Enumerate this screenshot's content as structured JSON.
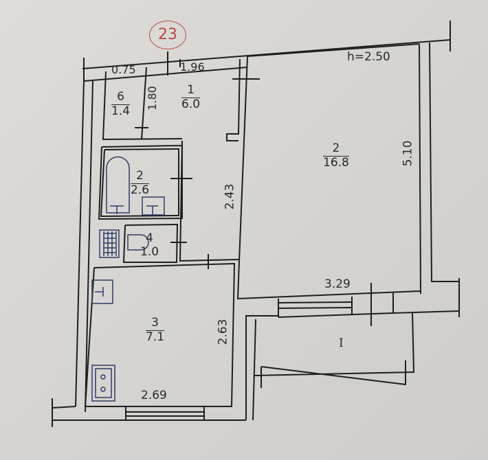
{
  "apartment_number": "23",
  "ceiling_height": "h=2.50",
  "rooms": [
    {
      "id": "room-1",
      "number": "1",
      "area": "6.0",
      "type": "hallway"
    },
    {
      "id": "room-2-living",
      "number": "2",
      "area": "16.8",
      "type": "living-room"
    },
    {
      "id": "room-2-bath",
      "number": "2",
      "area": "2.6",
      "type": "bathroom"
    },
    {
      "id": "room-3",
      "number": "3",
      "area": "7.1",
      "type": "kitchen"
    },
    {
      "id": "room-4",
      "number": "4",
      "area": "1.0",
      "type": "toilet"
    },
    {
      "id": "room-6",
      "number": "6",
      "area": "1.4",
      "type": "closet"
    },
    {
      "id": "balcony",
      "number": "I",
      "area": "",
      "type": "balcony"
    }
  ],
  "dimensions": {
    "closet_width": "0.75",
    "hall_width": "1.96",
    "closet_depth": "1.80",
    "hall_length": "2.43",
    "living_length": "5.10",
    "living_width": "3.29",
    "kitchen_length": "2.63",
    "kitchen_width": "2.69"
  },
  "colors": {
    "lines": "#1e1e1e",
    "fixtures": "#2f3a66",
    "stamp": "#b34b42",
    "paper": "#d8d6d3"
  }
}
